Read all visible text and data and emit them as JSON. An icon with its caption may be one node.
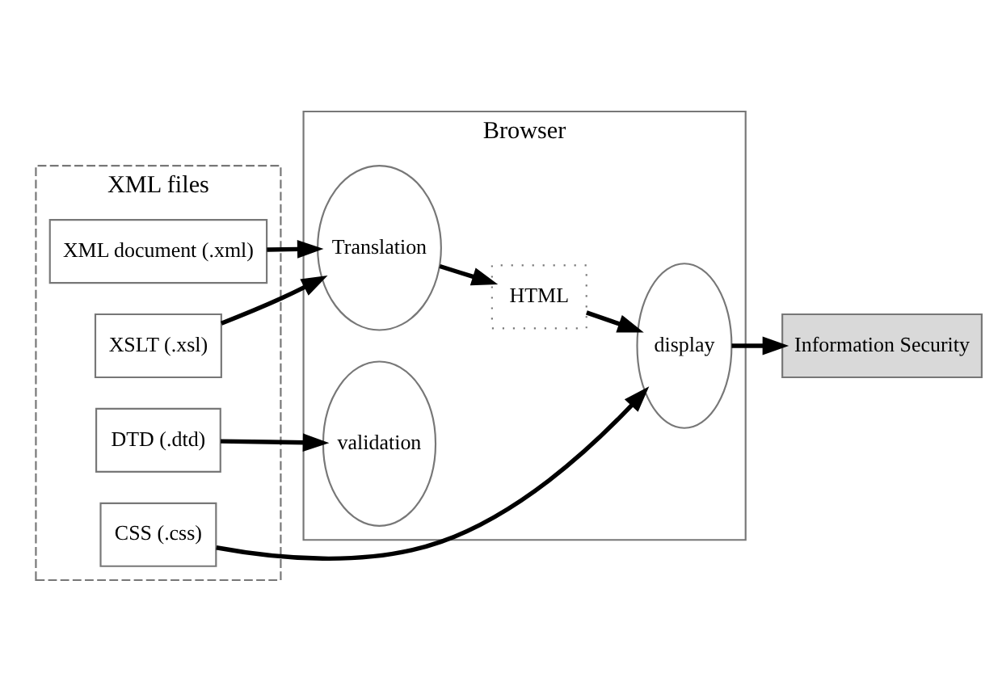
{
  "diagram": {
    "nodes": [
      {
        "text": [
          "XML files"
        ]
      },
      {
        "text": [
          "XML document (.xml)"
        ],
        "in": 0
      },
      {
        "text": [
          "DTD (.dtd)"
        ],
        "in": 0
      },
      {
        "text": [
          "XSLT (.xsl)"
        ],
        "in": 0
      },
      {
        "text": [
          "CSS (.css)"
        ],
        "in": 0
      },
      {
        "text": [
          "Browser"
        ]
      },
      {
        "text": [
          "validation"
        ],
        "in": 5
      },
      {
        "text": [
          "Translation"
        ],
        "in": 5
      },
      {
        "text": [
          "HTML"
        ],
        "in": 5
      },
      {
        "text": [
          "display"
        ],
        "in": 5
      },
      {
        "text": [
          "Information Security"
        ]
      }
    ],
    "edges": [
      {
        "from": 1,
        "to": 7,
        "arrow": "to"
      },
      {
        "from": 2,
        "to": 6,
        "arrow": "to"
      },
      {
        "from": 3,
        "to": 7,
        "arrow": "to"
      },
      {
        "from": 4,
        "to": 9,
        "arrow": "to"
      },
      {
        "from": 7,
        "to": 8,
        "arrow": "to"
      },
      {
        "from": 8,
        "to": 9,
        "arrow": "to"
      },
      {
        "from": 9,
        "to": 10,
        "arrow": "to"
      }
    ]
  }
}
